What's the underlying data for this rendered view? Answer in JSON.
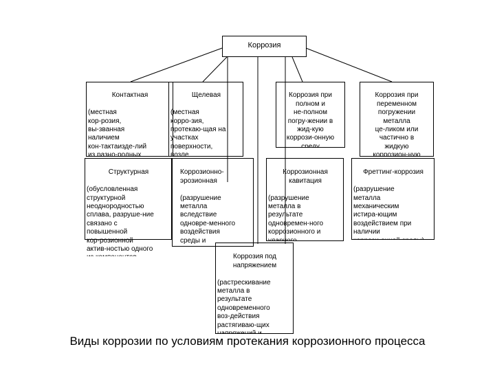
{
  "diagram": {
    "root": "Коррозия",
    "nodes": {
      "contact": {
        "title": "Контактная",
        "body": "(местная\nкор-розия,\nвы-званная\nналичием\nкон-тактаизде-лий\nиз   разно-родных\nме-таллов сре-де"
      },
      "slit": {
        "title": "Щелевая",
        "body": "(местная\nкорро-зия,\nпротекаю-щая на\nучастках\nповерхности,\nвозле\nконструк-ционных"
      },
      "full_partial": {
        "title": "Коррозия при\nполном и\nне-полном\nпогру-жении в\nжид-кую\nкоррози-онную\nсреду",
        "body": ""
      },
      "alternating": {
        "title": "Коррозия при\nпеременном\nпогружении\nметалла\nце-ликом или\nчастично в\nжидкую\nкоррозион-ную",
        "body": ""
      },
      "structural": {
        "title": "Структурная",
        "body": "(обусловленная\nструктурной\nнеоднородностью\nсплава, разруше-ние\nсвязано с\nповышенной\nкор-розионной\nактив-ностью одного\nиз компонентов\nсплава)"
      },
      "erosion": {
        "title": "Коррозионно-\nэрозионная",
        "body": "(разрушение\nметалла\nвследствие\nодновре-менного\nвоздействия\nсреды и\nмеханическо-го\nизноса"
      },
      "cavitation": {
        "title": "Коррозионная\nкавитация",
        "body": "(разрушение\nметалла в\nрезультате\nодновремен-ного\nкоррозионного и\nударного\nвоздействия)"
      },
      "fretting": {
        "title": "Фреттинг-коррозия",
        "body": "(разрушение\nметалла\nмеханическим\nистира-ющим\nвоздействием при\nналичии\nкоррози-онной среды)"
      },
      "stress": {
        "title": "Коррозия под\nнапряжением",
        "body": "(растрескивание\nметалла           в\nрезультате\nодновременного\nвоз-действия\nрастягиваю-щих\nнапряжений        и\nагрессивной среды)"
      }
    }
  },
  "caption": "Виды коррозии по условиям протекания коррозионного процесса"
}
